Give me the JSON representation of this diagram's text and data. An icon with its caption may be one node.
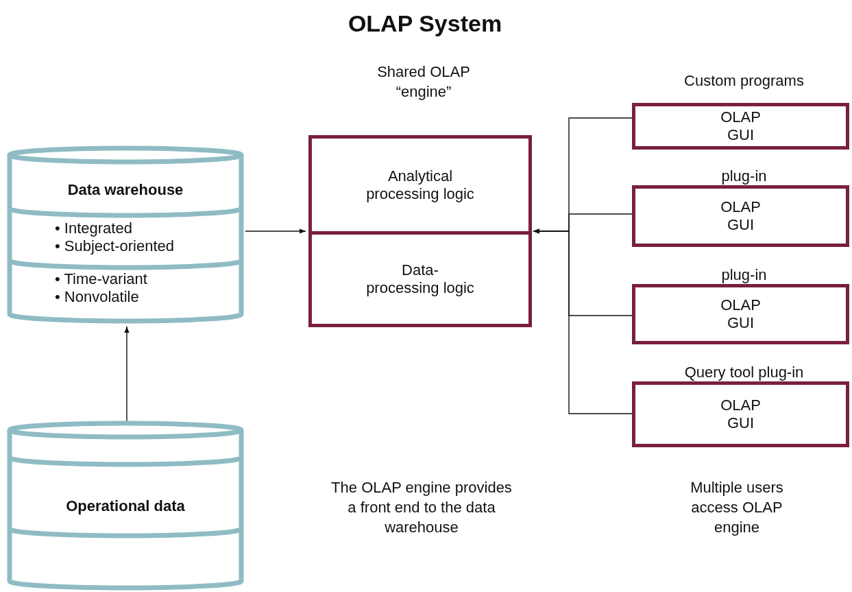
{
  "diagram": {
    "title": "OLAP System",
    "nodes": [
      {
        "text": [
          "Data warehouse",
          "• Integrated",
          "• Subject-oriented",
          "• Time-variant",
          "• Nonvolatile"
        ]
      },
      {
        "text": [
          "Operational data"
        ]
      },
      {
        "text": [],
        "beside": [
          "Shared OLAP “engine”"
        ],
        "shape": "box"
      },
      {
        "text": [
          "Analytical processing logic"
        ],
        "in": 2
      },
      {
        "text": [
          "Data-processing logic"
        ],
        "in": 2
      },
      {
        "text": [
          "OLAP GUI"
        ],
        "beside": [
          "Custom programs"
        ]
      },
      {
        "text": [
          "OLAP GUI"
        ],
        "beside": [
          "plug-in"
        ]
      },
      {
        "text": [
          "OLAP GUI"
        ],
        "beside": [
          "plug-in"
        ]
      },
      {
        "text": [
          "OLAP GUI"
        ],
        "beside": [
          "Query tool plug-in"
        ]
      }
    ],
    "edges": [
      {
        "from": 1,
        "to": 0,
        "arrow": "to"
      },
      {
        "from": 0,
        "to": 2,
        "arrow": "to"
      },
      {
        "from": 5,
        "to": 2,
        "arrow": "to"
      },
      {
        "from": 6,
        "to": 2,
        "arrow": "to"
      },
      {
        "from": 7,
        "to": 2,
        "arrow": "to"
      },
      {
        "from": 8,
        "to": 2,
        "arrow": "to"
      }
    ],
    "labels": [
      "The OLAP engine provides a front end to the data warehouse",
      "Multiple users access OLAP engine"
    ]
  }
}
